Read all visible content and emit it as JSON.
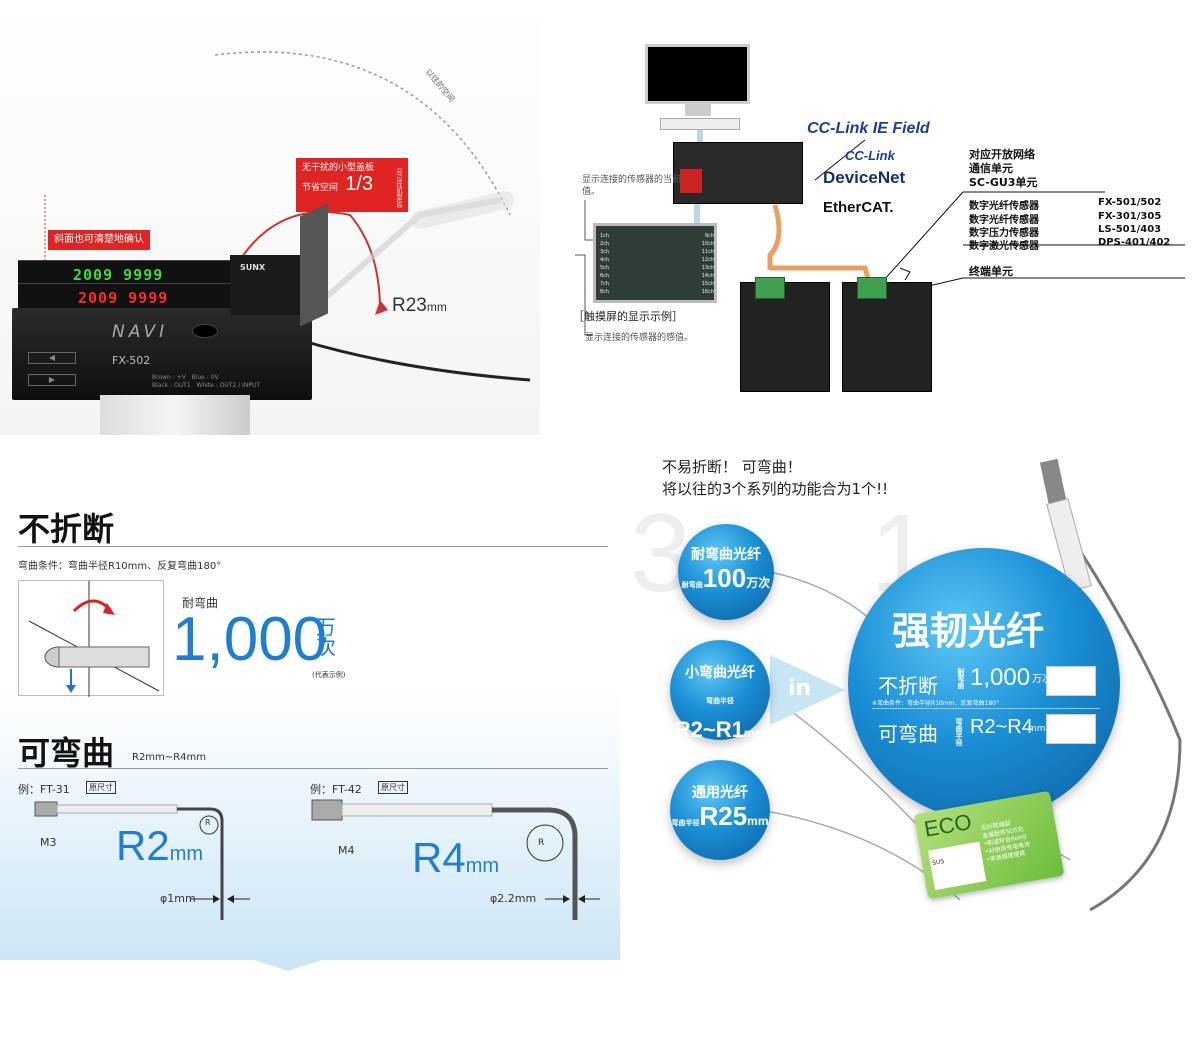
{
  "q1": {
    "top_arc_label": "以往的空间",
    "tag_slope": "斜面也可清楚地确认",
    "tag_cover_line1": "无干扰的小型盖板",
    "tag_cover_line2": "节省空间",
    "tag_cover_fraction": "1/3",
    "tag_cover_note": "（与以往机型比）",
    "radius_label": "R23",
    "radius_unit": "mm",
    "display_digits": "2009 9999",
    "brand": "SUNX",
    "model": "FX-502",
    "navi": "NAVI",
    "wire_legend_1": "Brown : +V",
    "wire_legend_2": "Blue : 0V",
    "wire_legend_3": "Black : OUT1",
    "wire_legend_4": "White : OUT2 / INPUT"
  },
  "q2": {
    "logo_cclink_ie": "CC-Link IE Field",
    "logo_cclink": "CC-Link",
    "logo_devicenet": "DeviceNet",
    "logo_ethercat": "EtherCAT.",
    "note_top": "显示连接的传感器的当前值。",
    "screen_caption": "［触摸屏的显示示例］",
    "note_bottom": "显示连接的传感器的感值。",
    "unit_title_1": "对应开放网络",
    "unit_title_2": "通信单元",
    "unit_model": "SC-GU3单元",
    "sensors": [
      {
        "name": "数字光纤传感器",
        "model": "FX-501/502"
      },
      {
        "name": "数字光纤传感器",
        "model": "FX-301/305"
      },
      {
        "name": "数字压力传感器",
        "model": "LS-501/403"
      },
      {
        "name": "数字激光传感器",
        "model": "DPS-401/402"
      }
    ],
    "end_unit": "终端单元",
    "screen_rows": [
      "1ch",
      "2ch",
      "3ch",
      "4ch",
      "5ch",
      "6ch",
      "7ch",
      "8ch"
    ],
    "screen_rows2": [
      "9ch",
      "10ch",
      "11ch",
      "12ch",
      "13ch",
      "14ch",
      "15ch",
      "16ch"
    ]
  },
  "q3": {
    "title_unbreakable": "不折断",
    "bend_condition": "弯曲条件：弯曲半径R10mm、反复弯曲180°",
    "bend_label": "耐弯曲",
    "bend_count": "1,000",
    "bend_unit_1": "万",
    "bend_unit_2": "次",
    "bend_note": "(代表示例)",
    "title_flexible": "可弯曲",
    "flex_range": "R2mm~R4mm",
    "example1": "例：FT-31",
    "example1_tag": "原尺寸",
    "example1_thread": "M3",
    "example1_radius": "R2",
    "example1_unit": "mm",
    "example1_dia": "φ1mm",
    "example2": "例：FT-42",
    "example2_tag": "原尺寸",
    "example2_thread": "M4",
    "example2_radius": "R4",
    "example2_unit": "mm",
    "example2_dia": "φ2.2mm",
    "r_mark": "R"
  },
  "q4": {
    "headline_1": "不易折断！ 可弯曲！",
    "headline_2": "将以往的3个系列的功能合为1个!!",
    "bubble1_title": "耐弯曲光纤",
    "bubble1_side": "耐弯曲",
    "bubble1_value": "100",
    "bubble1_unit": "万次",
    "bubble2_title": "小弯曲光纤",
    "bubble2_side": "弯曲半径",
    "bubble2_value": "R2~R1",
    "bubble2_unit": "mm",
    "bubble3_title": "通用光纤",
    "bubble3_side": "弯曲半径",
    "bubble3_value": "R25",
    "bubble3_unit": "mm",
    "in_label": "in",
    "big_title": "强韧光纤",
    "big_line1": "不折断",
    "big_line1_side": "耐弯曲",
    "big_line1_value": "1,000",
    "big_line1_unit": "万次",
    "big_note": "※弯曲条件：弯曲半径R10mm、反复弯曲180°",
    "big_line2": "可弯曲",
    "big_line2_side": "弯曲半径",
    "big_line2_value": "R2~R4",
    "big_line2_unit": "mm",
    "bg_number_3": "3",
    "bg_number_1": "1",
    "eco_label": "ECO",
    "eco_sus": "SUS",
    "eco_title_1": "光纤前端部",
    "eco_title_2": "金属配件SUS化",
    "eco_items": [
      "•削减符合RoHS",
      "•对使用充电电池",
      "•安装强度提高"
    ]
  },
  "colors": {
    "accent_blue": "#1e7fd0",
    "tag_red": "#e02424",
    "pale_blue": "#cde6f6"
  }
}
